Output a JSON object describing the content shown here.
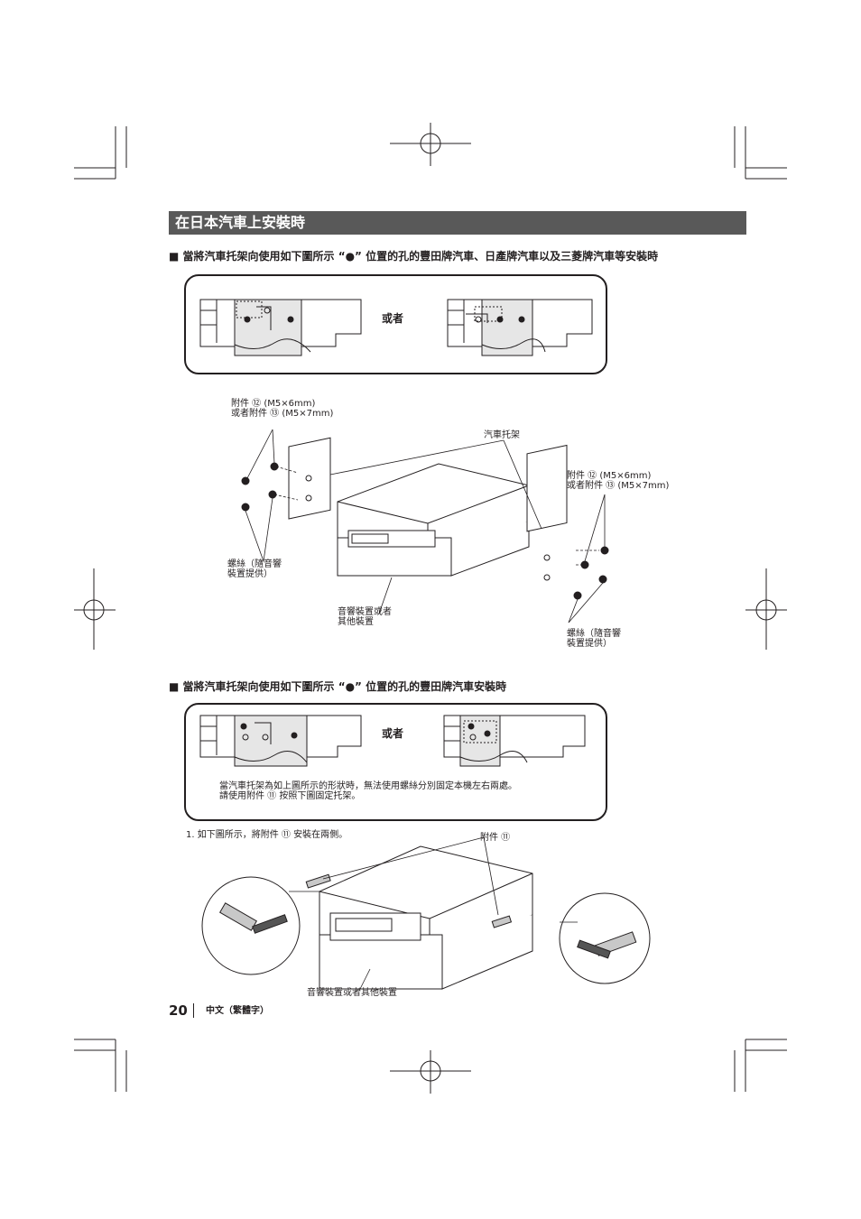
{
  "section": {
    "title": "在日本汽車上安裝時"
  },
  "heading1": "■ 當將汽車托架向使用如下圖所示 “●” 位置的孔的豐田牌汽車、日產牌汽車以及三菱牌汽車等安裝時",
  "heading2": "■ 當將汽車托架向使用如下圖所示 “●” 位置的孔的豐田牌汽車安裝時",
  "box1": {
    "or": "或者"
  },
  "box2": {
    "or": "或者",
    "note_line1": "當汽車托架為如上圖所示的形狀時，無法使用螺絲分別固定本機左右兩處。",
    "note_line2": "請使用附件 ⑪ 按照下圖固定托架。"
  },
  "diagram1": {
    "screw_left_line1": "附件 ⑫ (M5×6mm)",
    "screw_left_line2": "或者附件 ⑬ (M5×7mm)",
    "bracket": "汽車托架",
    "screw_right_line1": "附件 ⑫ (M5×6mm)",
    "screw_right_line2": "或者附件 ⑬ (M5×7mm)",
    "screws_left_line1": "螺絲（隨音響",
    "screws_left_line2": "裝置提供）",
    "audio_line1": "音響裝置或者",
    "audio_line2": "其他裝置",
    "screws_right_line1": "螺絲（隨音響",
    "screws_right_line2": "裝置提供）"
  },
  "diagram2": {
    "step1": "1. 如下圖所示，將附件 ⑪ 安裝在兩側。",
    "accessory": "附件 ⑪",
    "audio": "音響裝置或者其他裝置"
  },
  "footer": {
    "page": "20",
    "language": "中文（繁體字）"
  }
}
